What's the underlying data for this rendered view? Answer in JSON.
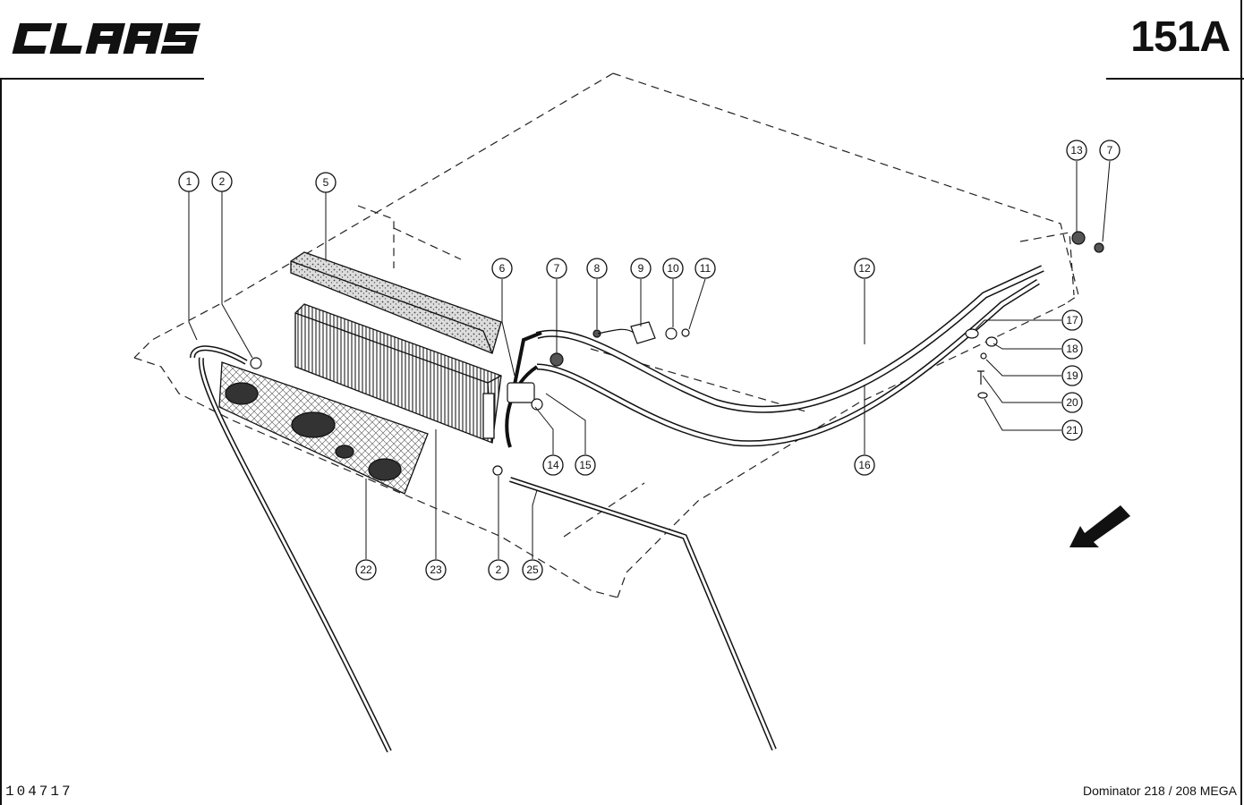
{
  "header": {
    "brand": "CLAAS",
    "page_code": "151A"
  },
  "footer": {
    "doc_number": "104717",
    "model": "Dominator 218 / 208 MEGA"
  },
  "callouts": [
    "1",
    "2",
    "5",
    "6",
    "7",
    "8",
    "9",
    "10",
    "11",
    "12",
    "13",
    "7",
    "14",
    "15",
    "16",
    "17",
    "18",
    "19",
    "20",
    "21",
    "22",
    "23",
    "2",
    "25"
  ]
}
